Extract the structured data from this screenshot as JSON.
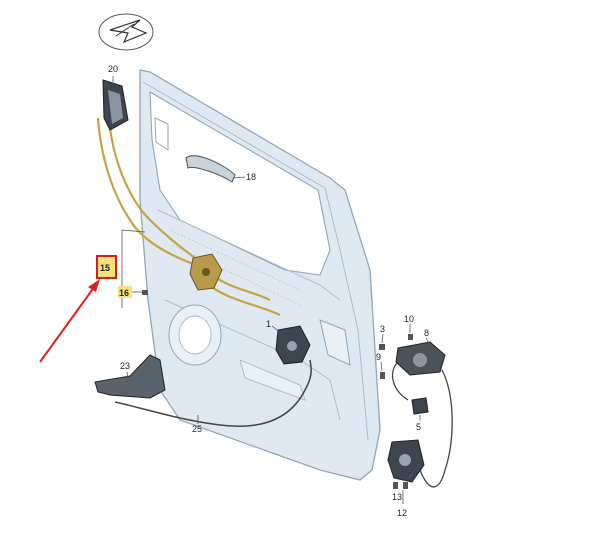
{
  "colors": {
    "panel_fill": "#dfe9f2",
    "panel_edge": "#8ea6bc",
    "cable_gold": "#c8a244",
    "part_dark": "#3d4550",
    "highlight_yellow": "#f6e27a",
    "highlight_border": "#d11f1f",
    "arrow": "#e02020",
    "leader": "#555555"
  },
  "icons": [
    "part-symbol-icon"
  ],
  "callouts": {
    "c1": "1",
    "c3": "3",
    "c5": "5",
    "c8": "8",
    "c9": "9",
    "c10": "10",
    "c12": "12",
    "c13": "13",
    "c15": "15",
    "c16": "16",
    "c18": "18",
    "c20": "20",
    "c23": "23",
    "c25": "25"
  },
  "highlighted_part": "15"
}
